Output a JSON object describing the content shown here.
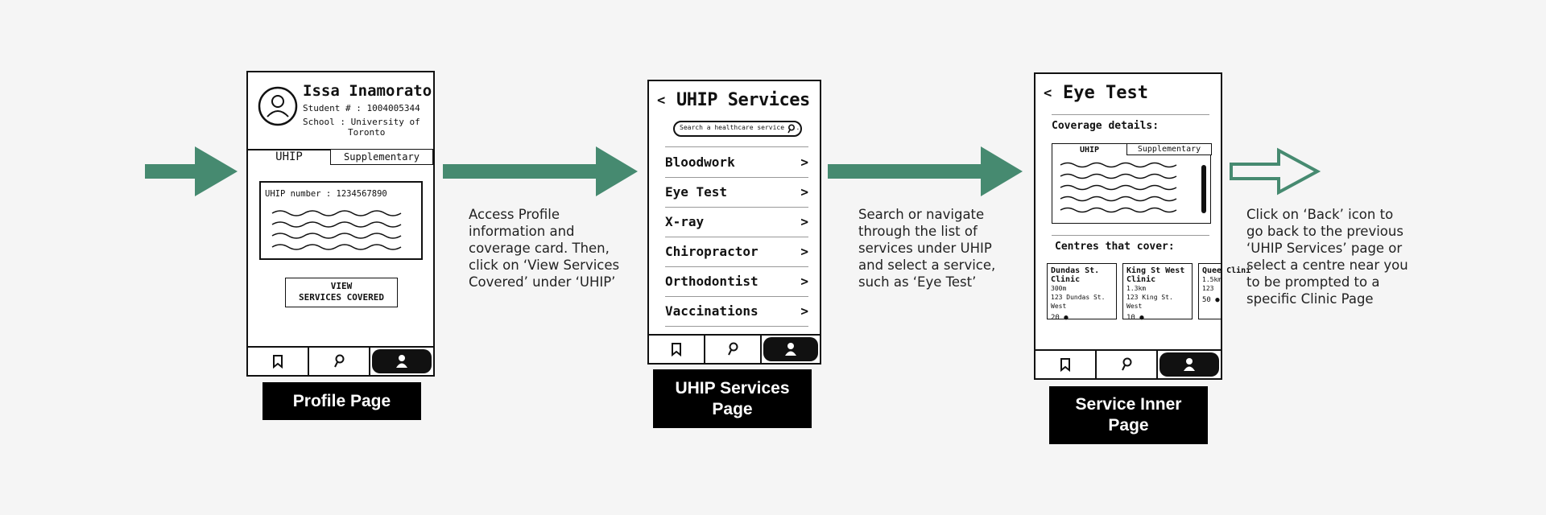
{
  "colors": {
    "arrow": "#468a70",
    "caption_bg": "#000000"
  },
  "profile_screen": {
    "name": "Issa Inamorato",
    "student_line": "Student # : 1004005344",
    "school_line1": "School : University of",
    "school_line2": "Toronto",
    "tab_uhip": "UHIP",
    "tab_supplementary": "Supplementary",
    "uhip_number": "UHIP number : 1234567890",
    "view_button_line1": "VIEW",
    "view_button_line2": "SERVICES COVERED",
    "caption": "Profile Page"
  },
  "services_screen": {
    "back": "<",
    "title": "UHIP Services",
    "search_placeholder": "Search a healthcare service ...",
    "items": [
      "Bloodwork",
      "Eye Test",
      "X-ray",
      "Chiropractor",
      "Orthodontist",
      "Vaccinations"
    ],
    "chevron": ">",
    "caption_line1": "UHIP Services",
    "caption_line2": "Page"
  },
  "eye_test_screen": {
    "back": "<",
    "title": "Eye Test",
    "coverage_label": "Coverage details:",
    "tab_uhip": "UHIP",
    "tab_supplementary": "Supplementary",
    "centres_label": "Centres that cover:",
    "centres": [
      {
        "name": "Dundas St. Clinic",
        "dist": "300m",
        "addr": "123 Dundas St. West",
        "count": "20"
      },
      {
        "name": "King St West Clinic",
        "dist": "1.3km",
        "addr": "123 King St. West",
        "count": "10"
      },
      {
        "name": "Quee Clini",
        "dist": "1.5km",
        "addr": "123",
        "count": "50"
      }
    ],
    "caption_line1": "Service Inner",
    "caption_line2": "Page"
  },
  "steps": {
    "step1": "Access Profile\ninformation and\ncoverage card. Then,\nclick on ‘View Services\nCovered’ under ‘UHIP’",
    "step2": "Search or navigate\nthrough the list of\nservices under UHIP\nand select a service,\nsuch as ‘Eye Test’",
    "step3": "Click on ‘Back’ icon to\ngo back to the previous\n‘UHIP Services’ page or\nselect a centre near you\nto be prompted to a\nspecific Clinic Page"
  }
}
